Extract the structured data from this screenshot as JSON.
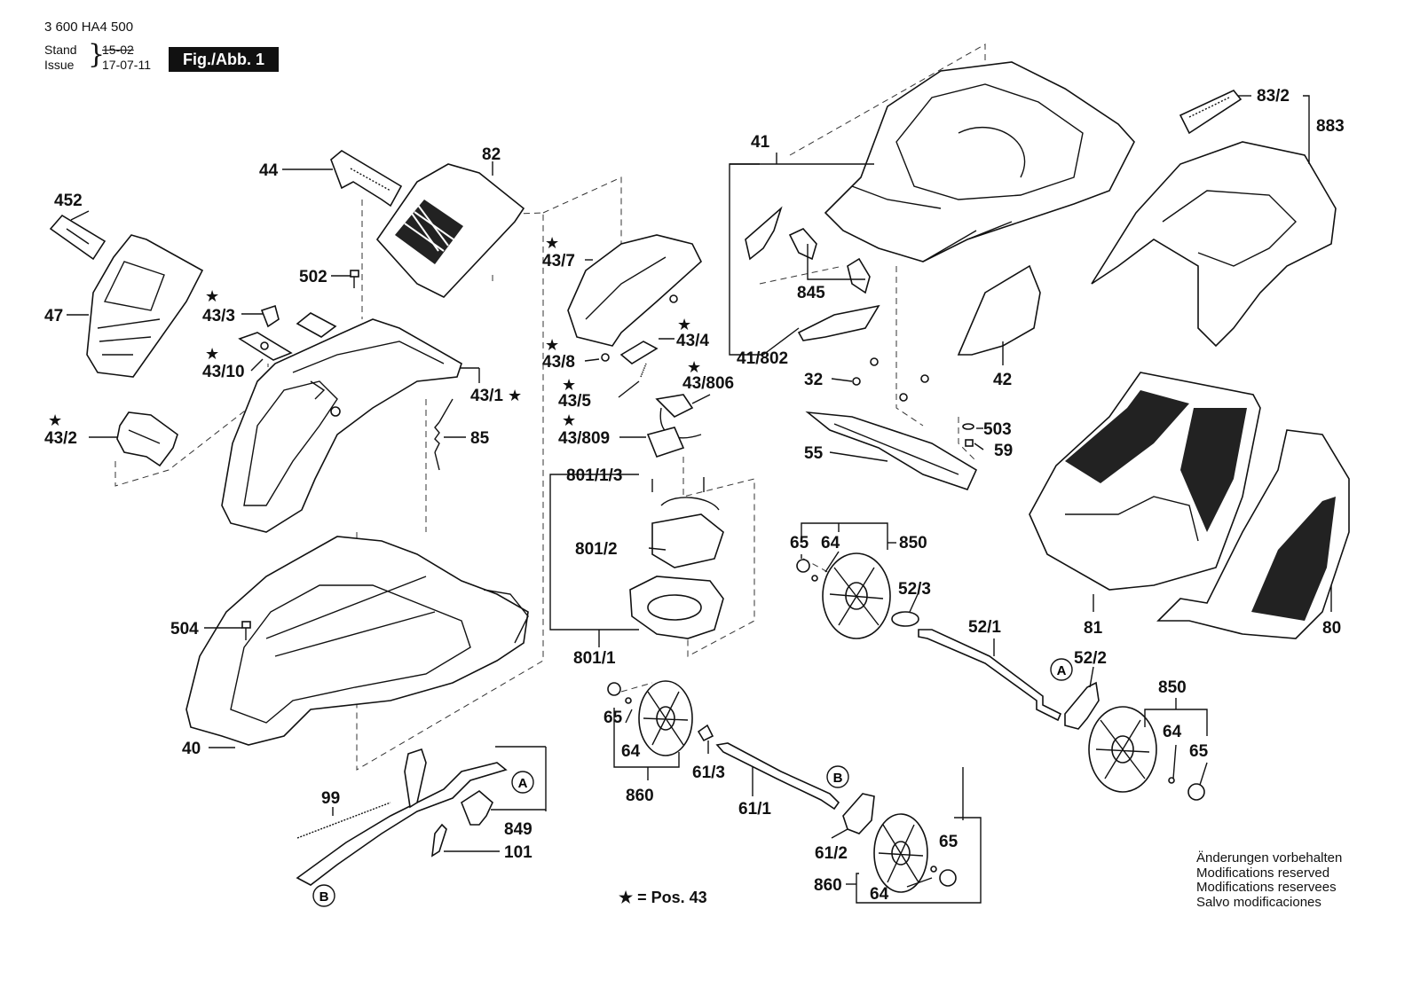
{
  "header": {
    "doc_number": "3 600 HA4 500",
    "stand_label": "Stand",
    "issue_label": "Issue",
    "stand_value": "15-02",
    "issue_value": "17-07-11",
    "figure_label": "Fig./Abb. 1"
  },
  "labels": {
    "p452": "452",
    "p47": "47",
    "p44": "44",
    "p82": "82",
    "p502": "502",
    "p43_3": "43/3",
    "p43_10": "43/10",
    "p43_2": "43/2",
    "p43_1": "43/1",
    "p85": "85",
    "p504": "504",
    "p40": "40",
    "p99": "99",
    "p849": "849",
    "p101": "101",
    "p43_7": "43/7",
    "p43_4": "43/4",
    "p43_8": "43/8",
    "p43_5": "43/5",
    "p43_806": "43/806",
    "p43_809": "43/809",
    "p801_1_3": "801/1/3",
    "p801_2": "801/2",
    "p801_1": "801/1",
    "p65a": "65",
    "p64a": "64",
    "p860a": "860",
    "p61_3": "61/3",
    "p61_1": "61/1",
    "p61_2": "61/2",
    "p860b": "860",
    "p64b": "64",
    "p65b": "65",
    "p41": "41",
    "p845": "845",
    "p41_802": "41/802",
    "p32": "32",
    "p42": "42",
    "p503": "503",
    "p59": "59",
    "p55": "55",
    "p65c": "65",
    "p64c": "64",
    "p850a": "850",
    "p52_3": "52/3",
    "p52_1": "52/1",
    "p52_2": "52/2",
    "p850b": "850",
    "p64d": "64",
    "p65d": "65",
    "p83_2": "83/2",
    "p883": "883",
    "p81": "81",
    "p80": "80",
    "circle_a": "A",
    "circle_b": "B"
  },
  "notes": [
    "Änderungen vorbehalten",
    "Modifications reserved",
    "Modifications reservees",
    "Salvo modificaciones"
  ],
  "footnote": "★ = Pos. 43",
  "star_glyph": "★"
}
